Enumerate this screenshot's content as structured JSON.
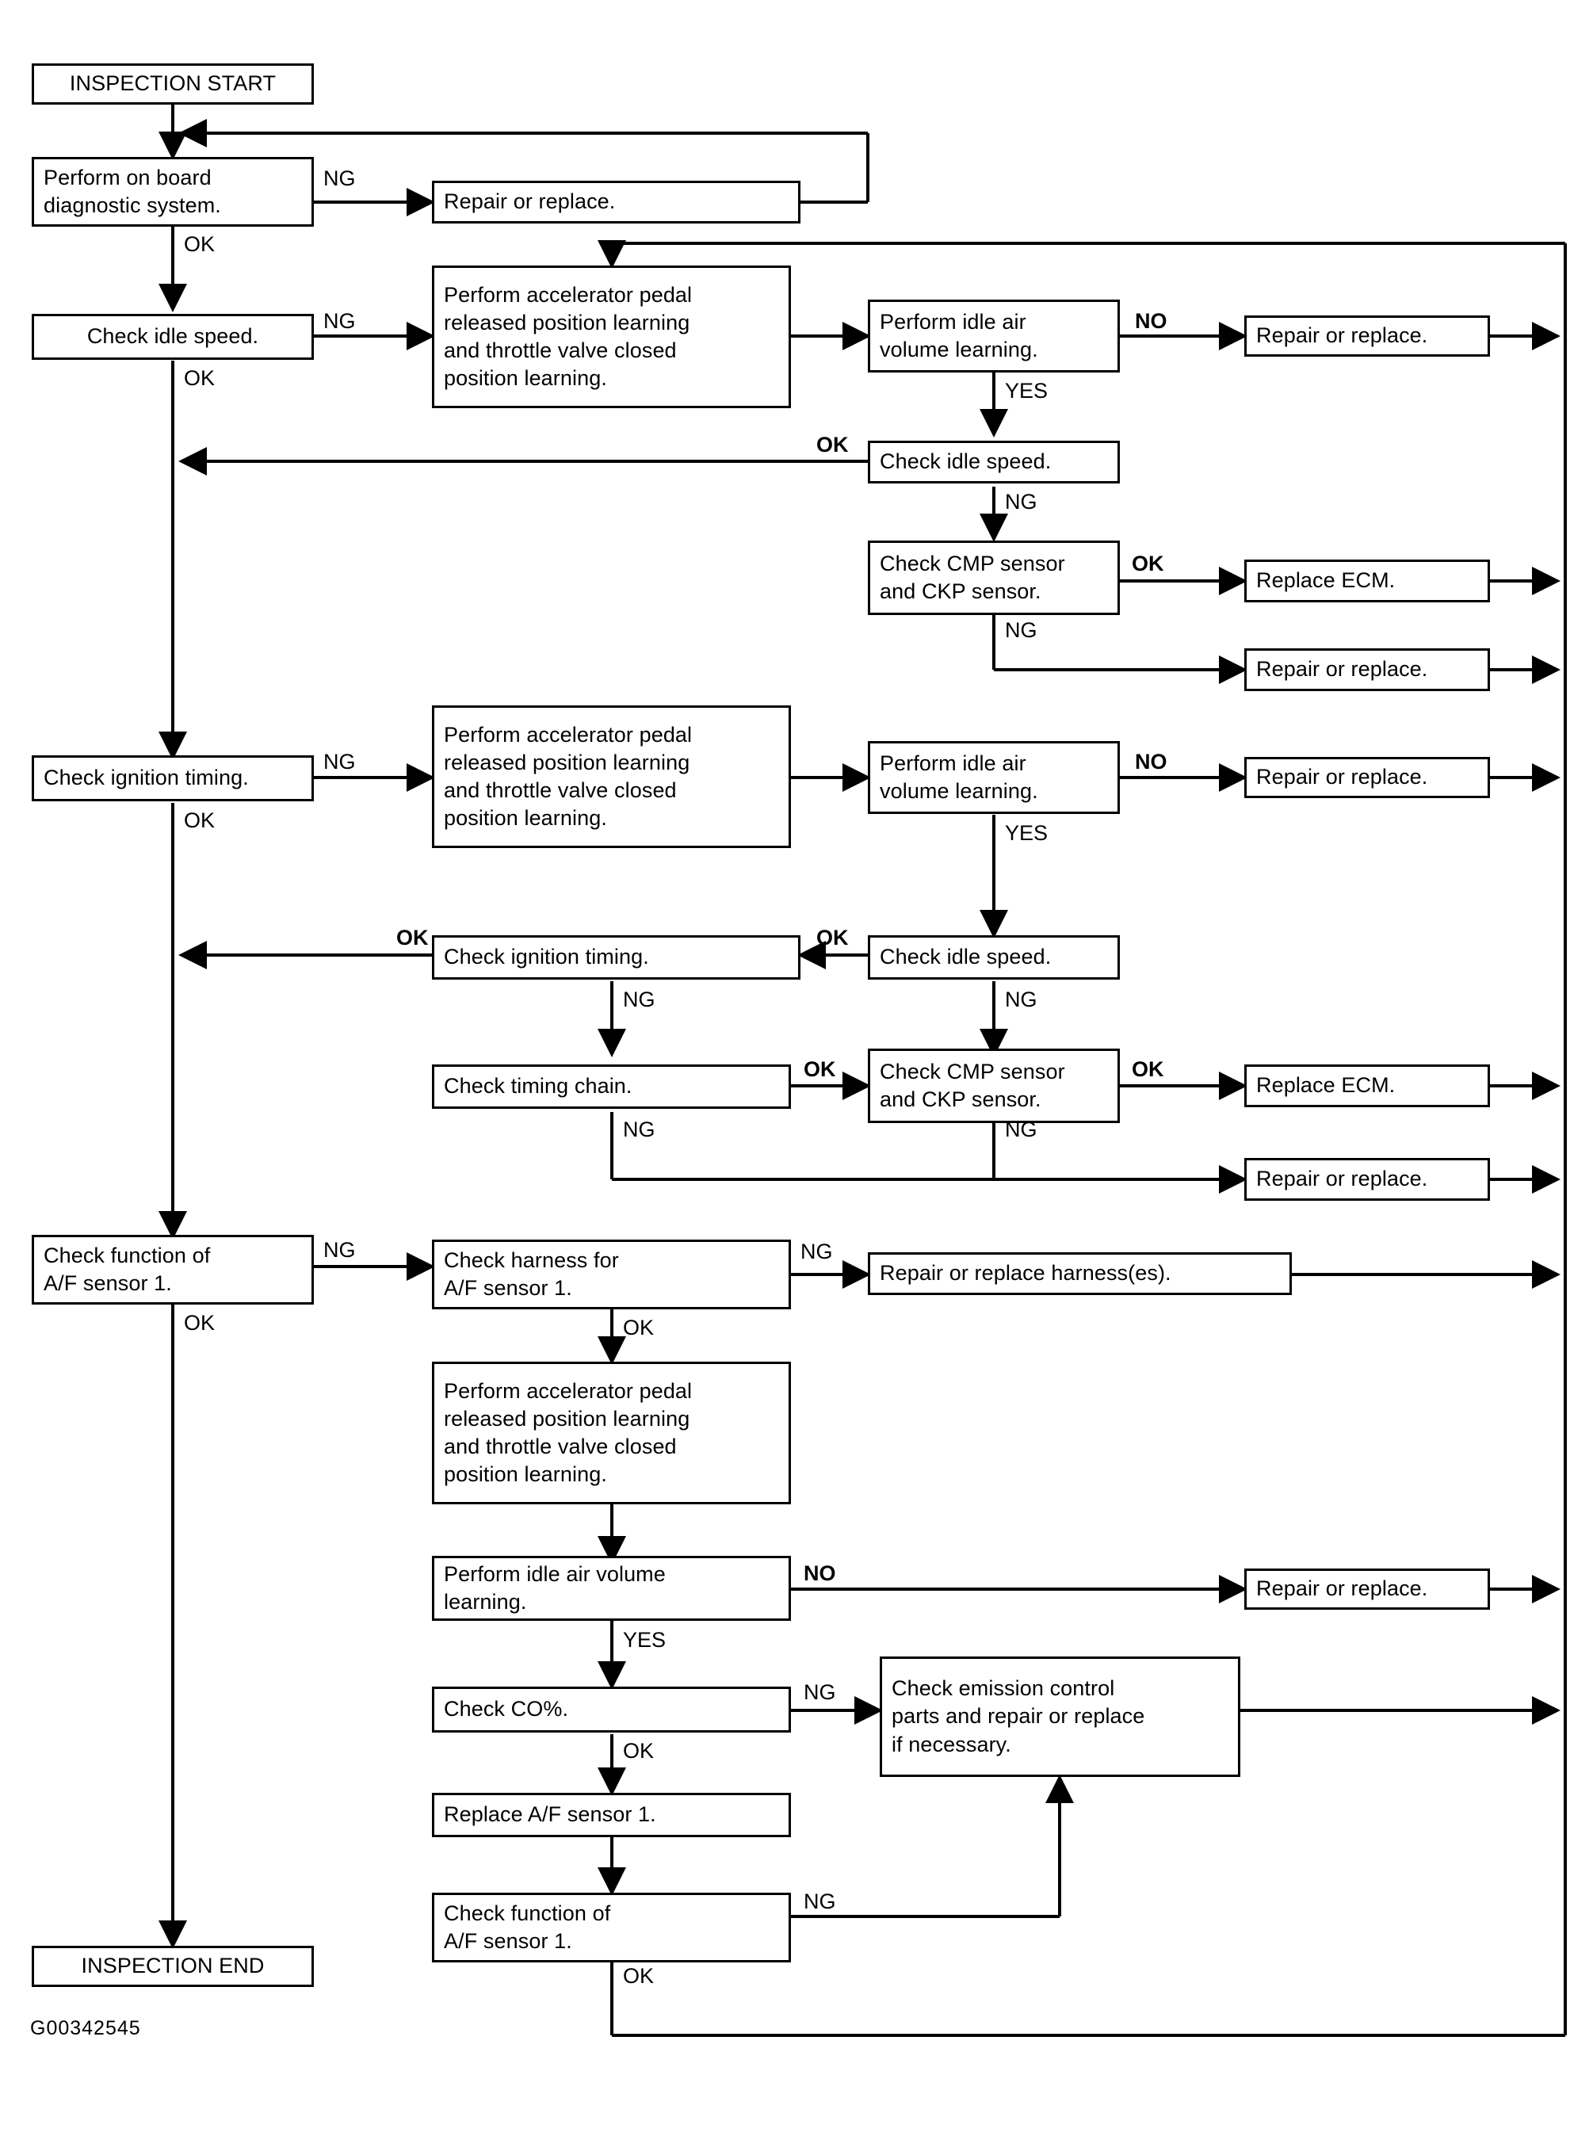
{
  "figure": {
    "id": "G00342545"
  },
  "nodes": [
    {
      "key": "start",
      "text": "INSPECTION START"
    },
    {
      "key": "obd",
      "text": "Perform on board\ndiagnostic system."
    },
    {
      "key": "rr_top",
      "text": "Repair or replace."
    },
    {
      "key": "idle1",
      "text": "Check idle speed."
    },
    {
      "key": "apl1",
      "text": "Perform accelerator pedal\nreleased position learning\nand throttle valve closed\nposition learning."
    },
    {
      "key": "iav1",
      "text": "Perform idle air\nvolume learning."
    },
    {
      "key": "rr1",
      "text": "Repair or replace."
    },
    {
      "key": "idle2",
      "text": "Check idle speed."
    },
    {
      "key": "cmp1",
      "text": "Check CMP sensor\nand CKP sensor."
    },
    {
      "key": "ecm1",
      "text": "Replace ECM."
    },
    {
      "key": "rr2",
      "text": "Repair or replace."
    },
    {
      "key": "ign1",
      "text": "Check ignition timing."
    },
    {
      "key": "apl2",
      "text": "Perform accelerator pedal\nreleased position learning\nand throttle valve closed\nposition learning."
    },
    {
      "key": "iav2",
      "text": "Perform idle air\nvolume learning."
    },
    {
      "key": "rr3",
      "text": "Repair or replace."
    },
    {
      "key": "ign2",
      "text": "Check ignition timing."
    },
    {
      "key": "idle3",
      "text": "Check idle speed."
    },
    {
      "key": "chain",
      "text": "Check timing chain."
    },
    {
      "key": "cmp2",
      "text": "Check CMP sensor\nand CKP sensor."
    },
    {
      "key": "ecm2",
      "text": "Replace ECM."
    },
    {
      "key": "rr4",
      "text": "Repair or replace."
    },
    {
      "key": "af_fn1",
      "text": "Check function of\nA/F sensor 1."
    },
    {
      "key": "af_harness",
      "text": "Check harness for\nA/F sensor 1."
    },
    {
      "key": "rr_harness",
      "text": "Repair or replace harness(es)."
    },
    {
      "key": "apl3",
      "text": "Perform accelerator pedal\nreleased position learning\nand throttle valve closed\nposition learning."
    },
    {
      "key": "iav3",
      "text": "Perform idle air volume\nlearning."
    },
    {
      "key": "rr5",
      "text": "Repair or replace."
    },
    {
      "key": "co",
      "text": "Check CO%."
    },
    {
      "key": "emission",
      "text": "Check emission control\nparts and repair or replace\nif necessary."
    },
    {
      "key": "replace_af",
      "text": "Replace A/F sensor 1."
    },
    {
      "key": "af_fn2",
      "text": "Check function of\nA/F sensor 1."
    },
    {
      "key": "end",
      "text": "INSPECTION END"
    }
  ],
  "edge_labels": [
    {
      "key": "l_obd_ng",
      "text": "NG"
    },
    {
      "key": "l_obd_ok",
      "text": "OK"
    },
    {
      "key": "l_idle1_ng",
      "text": "NG"
    },
    {
      "key": "l_idle1_ok",
      "text": "OK"
    },
    {
      "key": "l_iav1_no",
      "text": "NO"
    },
    {
      "key": "l_iav1_yes",
      "text": "YES"
    },
    {
      "key": "l_idle2_ok",
      "text": "OK"
    },
    {
      "key": "l_idle2_ng",
      "text": "NG"
    },
    {
      "key": "l_cmp1_ok",
      "text": "OK"
    },
    {
      "key": "l_cmp1_ng",
      "text": "NG"
    },
    {
      "key": "l_ign1_ng",
      "text": "NG"
    },
    {
      "key": "l_ign1_ok",
      "text": "OK"
    },
    {
      "key": "l_iav2_no",
      "text": "NO"
    },
    {
      "key": "l_iav2_yes",
      "text": "YES"
    },
    {
      "key": "l_ign2_ok",
      "text": "OK"
    },
    {
      "key": "l_idle3_ok",
      "text": "OK"
    },
    {
      "key": "l_idle3_ng",
      "text": "NG"
    },
    {
      "key": "l_ign2_ng",
      "text": "NG"
    },
    {
      "key": "l_chain_ok",
      "text": "OK"
    },
    {
      "key": "l_chain_ng",
      "text": "NG"
    },
    {
      "key": "l_cmp2_ok",
      "text": "OK"
    },
    {
      "key": "l_cmp2_ng",
      "text": "NG"
    },
    {
      "key": "l_af1_ng",
      "text": "NG"
    },
    {
      "key": "l_af1_ok",
      "text": "OK"
    },
    {
      "key": "l_harn_ng",
      "text": "NG"
    },
    {
      "key": "l_harn_ok",
      "text": "OK"
    },
    {
      "key": "l_iav3_no",
      "text": "NO"
    },
    {
      "key": "l_iav3_yes",
      "text": "YES"
    },
    {
      "key": "l_co_ng",
      "text": "NG"
    },
    {
      "key": "l_co_ok",
      "text": "OK"
    },
    {
      "key": "l_af2_ng",
      "text": "NG"
    },
    {
      "key": "l_af2_ok",
      "text": "OK"
    }
  ]
}
